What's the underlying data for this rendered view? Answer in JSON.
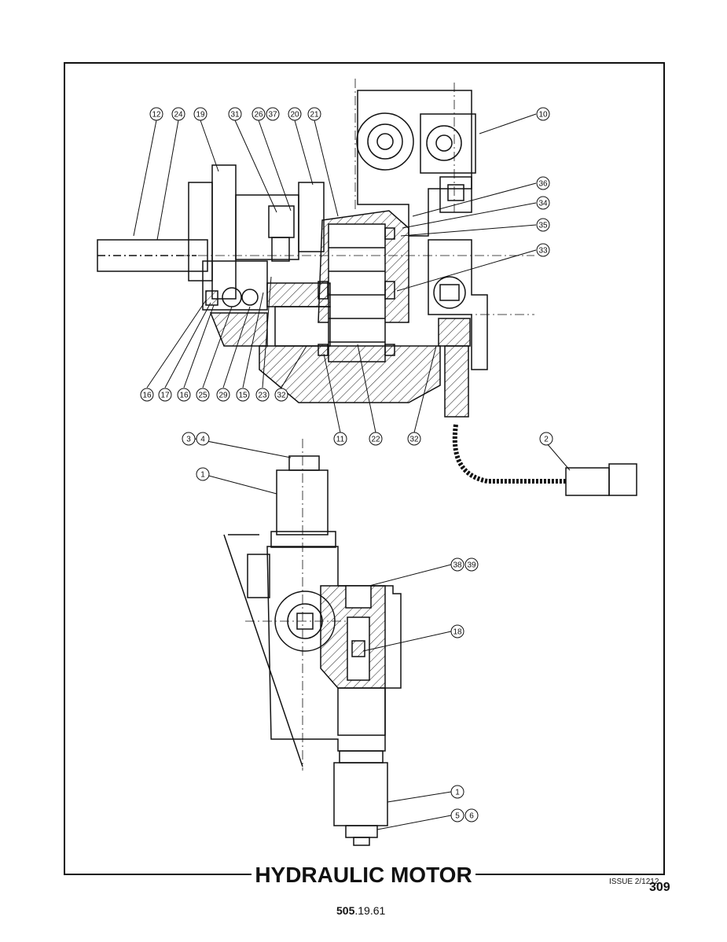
{
  "title": "HYDRAULIC MOTOR",
  "issue": "ISSUE 2/1212",
  "page_number": "309",
  "doc_number_bold": "505",
  "doc_number_rest": ".19.61",
  "callouts": {
    "c12": "12",
    "c24": "24",
    "c19": "19",
    "c31": "31",
    "c26": "26",
    "c37": "37",
    "c20": "20",
    "c21": "21",
    "c10": "10",
    "c36": "36",
    "c34": "34",
    "c35": "35",
    "c33": "33",
    "c16a": "16",
    "c17": "17",
    "c16b": "16",
    "c25": "25",
    "c29": "29",
    "c15": "15",
    "c23": "23",
    "c32a": "32",
    "c11": "11",
    "c22": "22",
    "c32b": "32",
    "c2": "2",
    "c3": "3",
    "c4": "4",
    "c1a": "1",
    "c38": "38",
    "c39": "39",
    "c18": "18",
    "c1b": "1",
    "c5": "5",
    "c6": "6"
  }
}
